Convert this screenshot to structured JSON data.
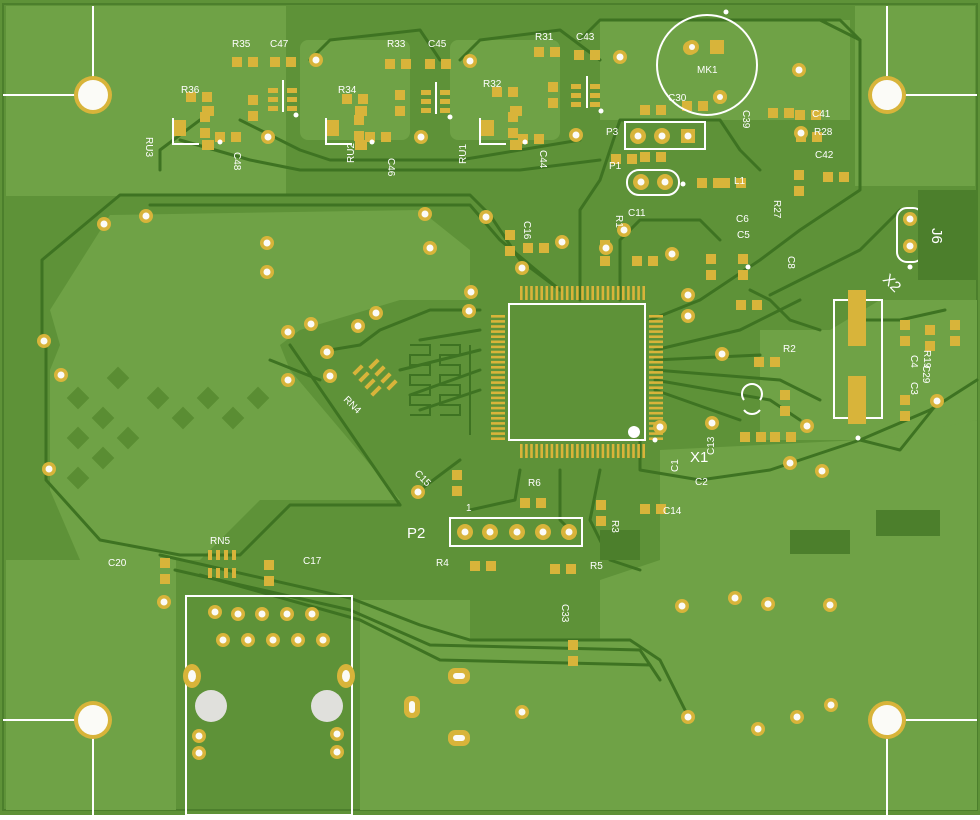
{
  "board": {
    "colors": {
      "substrate": "#5e9238",
      "pour": "#6fa246",
      "trace": "#3e7322",
      "pad": "#d8b43a",
      "drill": "#fbfbf7",
      "silk": "#ffffff"
    }
  },
  "labels": {
    "R35": "R35",
    "C47": "C47",
    "R33": "R33",
    "C45": "C45",
    "R31": "R31",
    "C43": "C43",
    "R36": "R36",
    "R34": "R34",
    "R32": "R32",
    "RU3": "RU3",
    "RU2": "RU2",
    "RU1": "RU1",
    "C48": "C48",
    "C46": "C46",
    "C44": "C44",
    "MK1": "MK1",
    "C30": "C30",
    "C39": "C39",
    "C41": "C41",
    "R28": "R28",
    "C42": "C42",
    "P3": "P3",
    "P1": "P1",
    "L1": "L1",
    "R1": "R1",
    "C11": "C11",
    "C16": "C16",
    "C6": "C6",
    "C5": "C5",
    "R27": "R27",
    "C8": "C8",
    "J6": "J6",
    "X2": "X2",
    "R19": "R19",
    "C29": "C29",
    "C4": "C4",
    "C3": "C3",
    "R2": "R2",
    "RN4": "RN4",
    "C15": "C15",
    "C1": "C1",
    "X1": "X1",
    "C13": "C13",
    "C2": "C2",
    "R6": "R6",
    "P2": "P2",
    "pin1": "1",
    "R3": "R3",
    "C14": "C14",
    "R4": "R4",
    "R5": "R5",
    "RN5": "RN5",
    "C20": "C20",
    "C17": "C17",
    "C33": "C33"
  }
}
